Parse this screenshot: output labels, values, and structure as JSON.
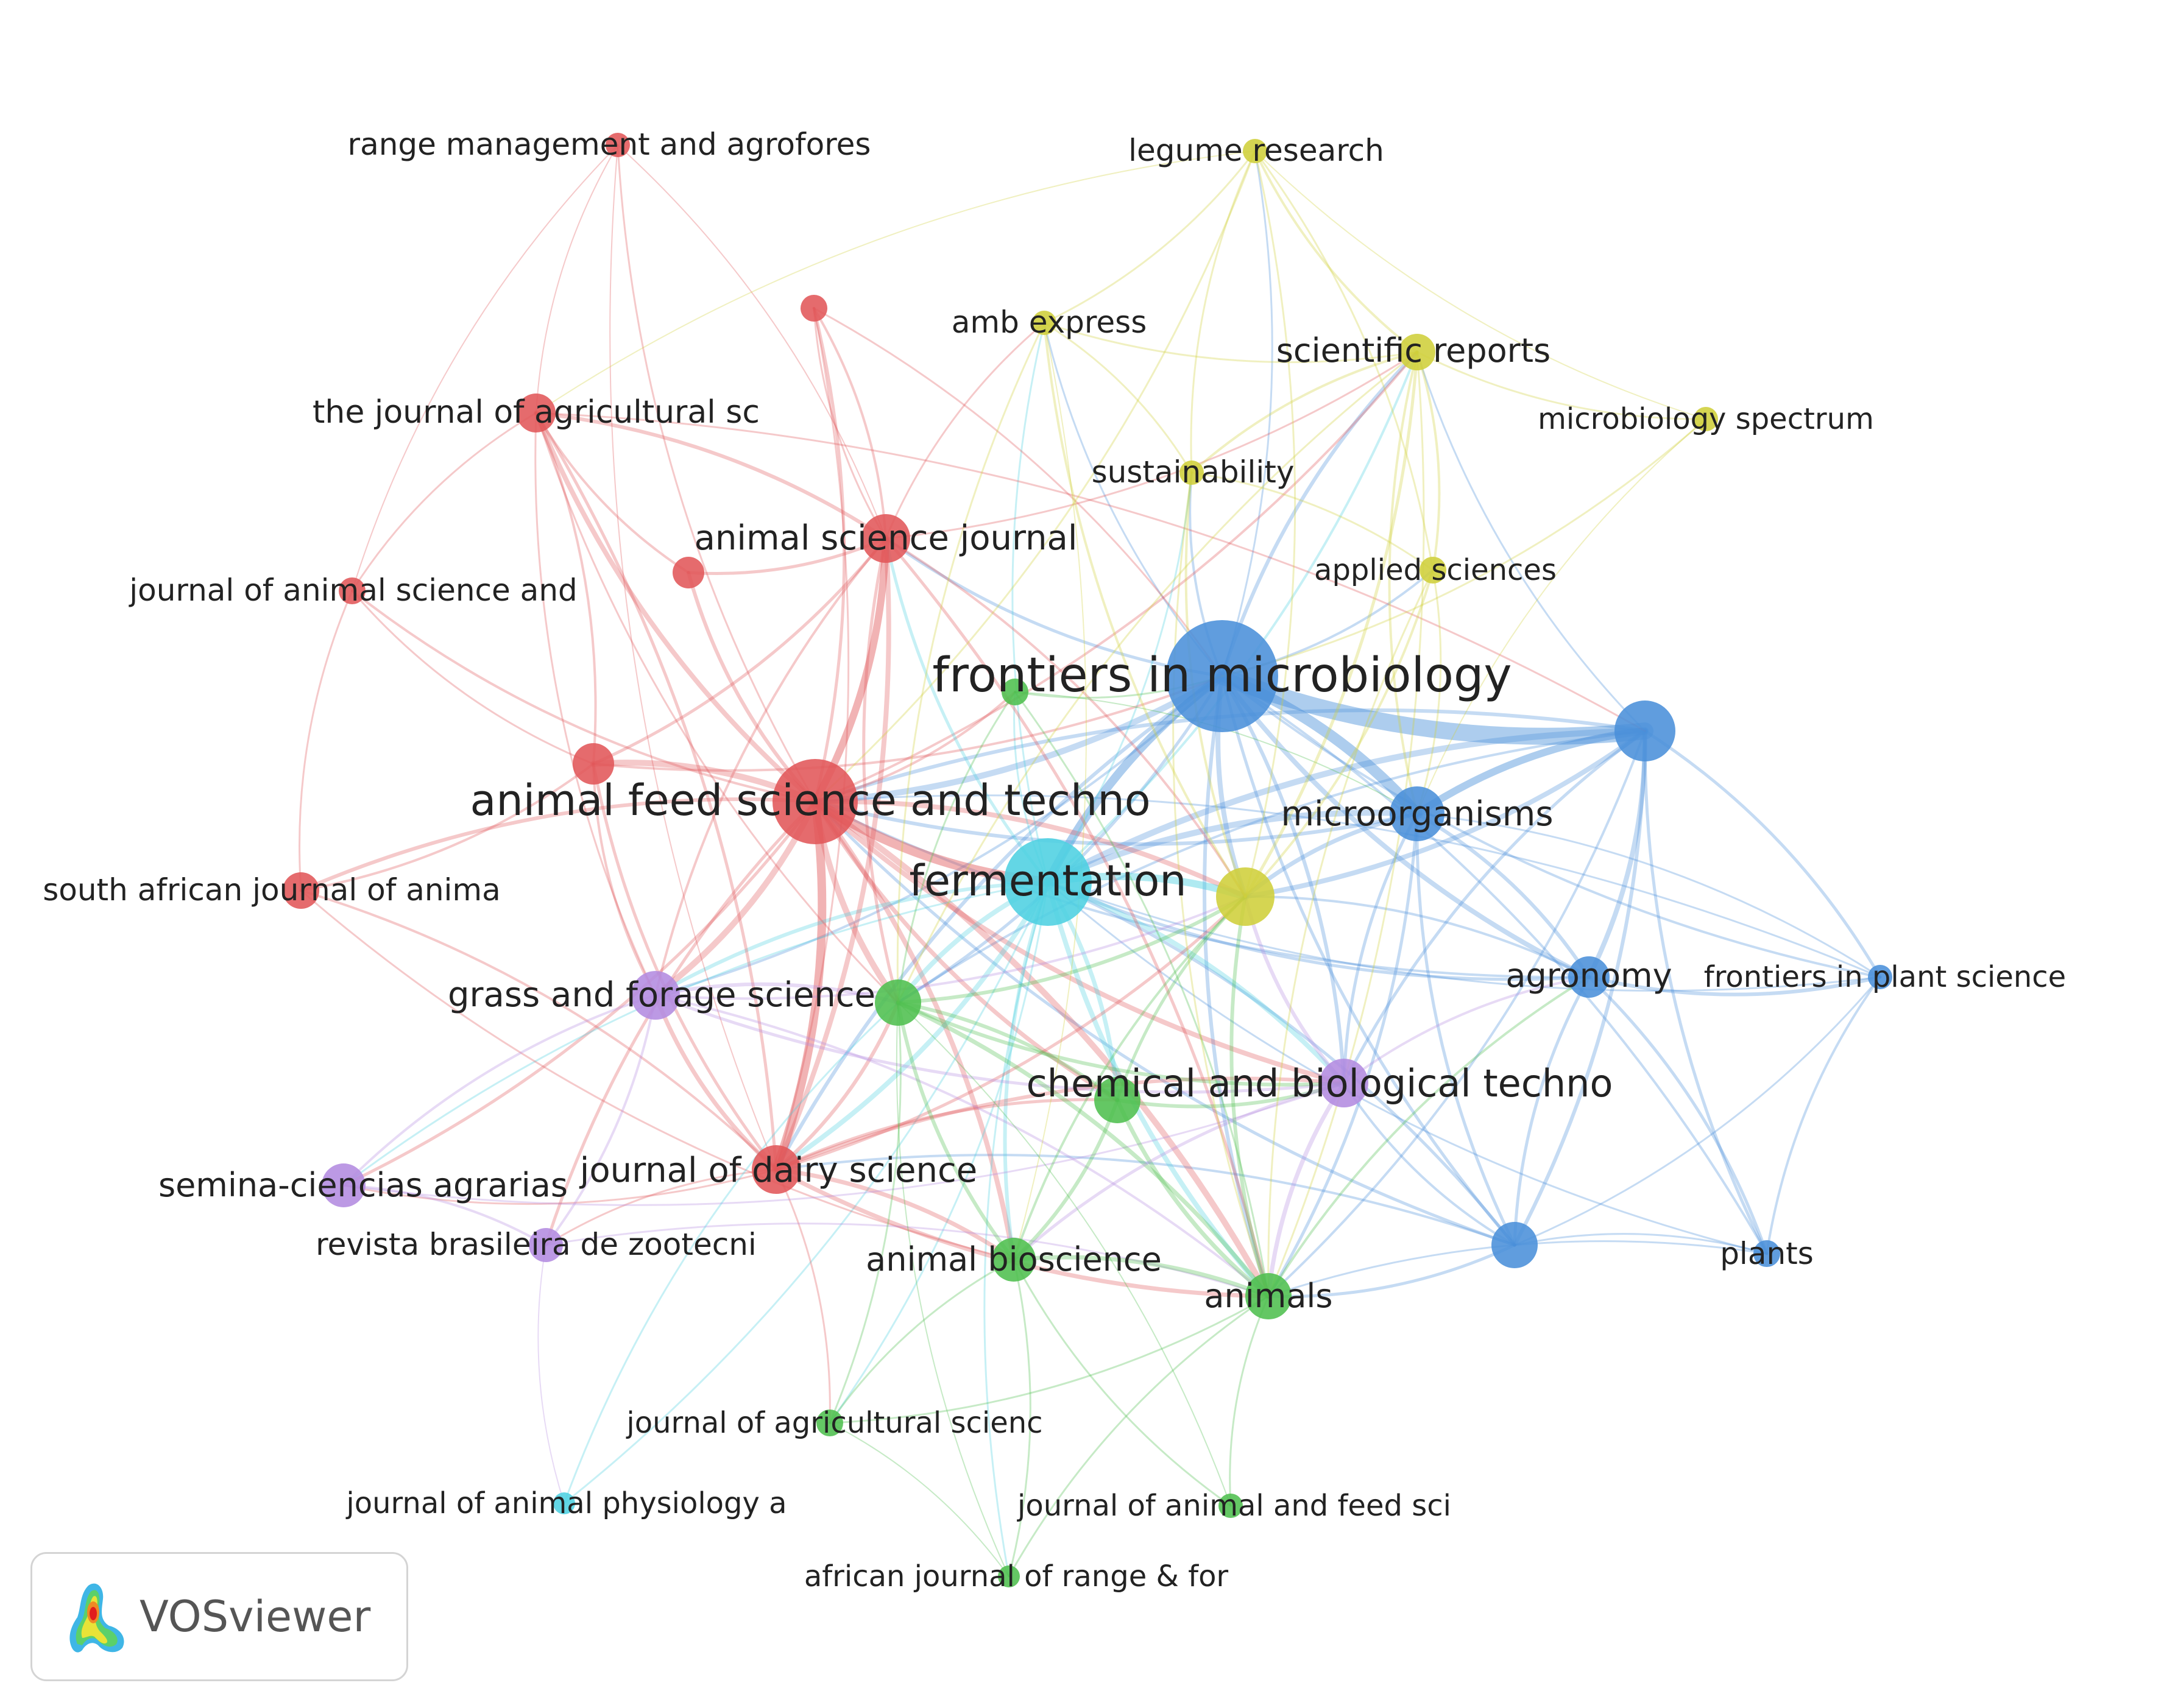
{
  "colors": {
    "red": "#e15759",
    "blue": "#4a90d9",
    "green": "#4fbf4f",
    "yellow": "#cfcf3a",
    "purple": "#b38be0",
    "cyan": "#4dd0e1"
  },
  "brand": {
    "name": "VOSviewer",
    "icon": "vosviewer-density-logo-icon"
  },
  "nodes": [
    {
      "id": "frontiers-in-microbiology",
      "label": "frontiers in microbiology",
      "cluster": "blue"
    },
    {
      "id": "animal-feed-science",
      "label": "animal feed science and techno",
      "cluster": "red"
    },
    {
      "id": "fermentation",
      "label": "fermentation",
      "cluster": "cyan"
    },
    {
      "id": "microorganisms",
      "label": "microorganisms",
      "cluster": "blue"
    },
    {
      "id": "blue-unlabeled-1",
      "label": "",
      "cluster": "blue"
    },
    {
      "id": "yellow-unlabeled",
      "label": "",
      "cluster": "yellow"
    },
    {
      "id": "agronomy",
      "label": "agronomy",
      "cluster": "blue"
    },
    {
      "id": "frontiers-in-plant-science",
      "label": "frontiers in plant science",
      "cluster": "blue"
    },
    {
      "id": "plants",
      "label": "plants",
      "cluster": "blue"
    },
    {
      "id": "blue-unlabeled-2",
      "label": "",
      "cluster": "blue"
    },
    {
      "id": "chemical-biological",
      "label": "chemical and biological techno",
      "cluster": "purple"
    },
    {
      "id": "green-chem",
      "label": "",
      "cluster": "green"
    },
    {
      "id": "animals",
      "label": "animals",
      "cluster": "green"
    },
    {
      "id": "animal-bioscience",
      "label": "animal bioscience",
      "cluster": "green"
    },
    {
      "id": "journal-of-dairy-science",
      "label": "journal of dairy science",
      "cluster": "red"
    },
    {
      "id": "grass-and-forage-science",
      "label": "grass and forage science",
      "cluster": "purple"
    },
    {
      "id": "green-grass",
      "label": "",
      "cluster": "green"
    },
    {
      "id": "semina",
      "label": "semina-ciencias agrarias",
      "cluster": "purple"
    },
    {
      "id": "revista",
      "label": "revista brasileira de zootecni",
      "cluster": "purple"
    },
    {
      "id": "journal-agri-scienc",
      "label": "journal of agricultural scienc",
      "cluster": "green"
    },
    {
      "id": "journal-animal-physiology",
      "label": "journal of animal physiology a",
      "cluster": "cyan"
    },
    {
      "id": "journal-animal-feed-sci",
      "label": "journal of animal and feed sci",
      "cluster": "green"
    },
    {
      "id": "african-journal",
      "label": "african journal of range & for",
      "cluster": "green"
    },
    {
      "id": "south-african",
      "label": "south african journal of anima",
      "cluster": "red"
    },
    {
      "id": "journal-animal-science-and",
      "label": "journal of animal science and",
      "cluster": "red"
    },
    {
      "id": "journal-agricultural-sc",
      "label": "the journal of agricultural sc",
      "cluster": "red"
    },
    {
      "id": "range-management",
      "label": "range management and agrofores",
      "cluster": "red"
    },
    {
      "id": "red-unlabeled-top",
      "label": "",
      "cluster": "red"
    },
    {
      "id": "animal-science-journal",
      "label": "animal science journal",
      "cluster": "red"
    },
    {
      "id": "red-unlabeled-mid",
      "label": "",
      "cluster": "red"
    },
    {
      "id": "red-unlabeled-left",
      "label": "",
      "cluster": "red"
    },
    {
      "id": "green-top",
      "label": "",
      "cluster": "green"
    },
    {
      "id": "legume-research",
      "label": "legume research",
      "cluster": "yellow"
    },
    {
      "id": "amb-express",
      "label": "amb express",
      "cluster": "yellow"
    },
    {
      "id": "scientific-reports",
      "label": "scientific reports",
      "cluster": "yellow"
    },
    {
      "id": "microbiology-spectrum",
      "label": "microbiology spectrum",
      "cluster": "yellow"
    },
    {
      "id": "sustainability",
      "label": "sustainability",
      "cluster": "yellow"
    },
    {
      "id": "applied-sciences",
      "label": "applied sciences",
      "cluster": "yellow"
    }
  ]
}
